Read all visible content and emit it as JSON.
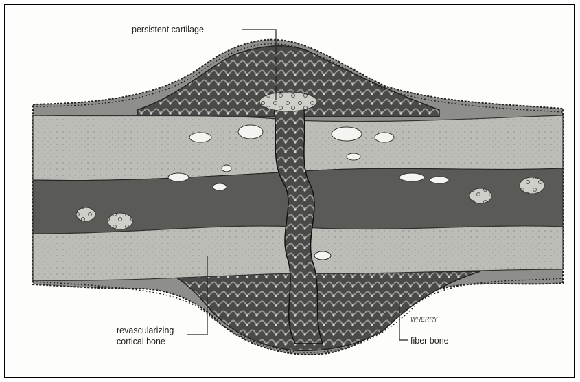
{
  "figure": {
    "labels": {
      "persistent_cartilage": "persistent cartilage",
      "revascularizing_line1": "revascularizing",
      "revascularizing_line2": "cortical bone",
      "fiber_bone": "fiber bone"
    },
    "signature": "WHERRY"
  },
  "colors": {
    "ink": "#1c1c1c",
    "bone_gray": "#b9b9b5",
    "dark_callus": "#3a3a3a",
    "mid_gray": "#7a7a76",
    "marrow_light": "#d7d7d2",
    "background": "#fdfdfb"
  }
}
